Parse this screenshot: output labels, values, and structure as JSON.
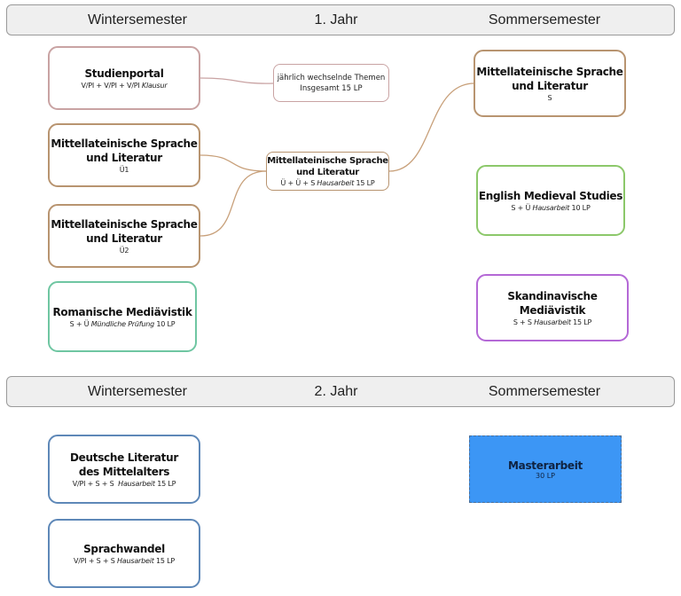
{
  "year1": {
    "header": {
      "left": "Wintersemester",
      "center": "1. Jahr",
      "right": "Sommersemester"
    },
    "winter": [
      {
        "id": "studienportal",
        "title": "Studienportal",
        "sub_plain": "V/PI + V/PI + V/PI ",
        "sub_italic": "Klausur",
        "sub_after": "",
        "color": "#c9a3a3"
      },
      {
        "id": "mls-u1",
        "title_line1": "Mittellateinische Sprache",
        "title_line2": "und Literatur",
        "sub_plain": "Ü1",
        "color": "#b89470"
      },
      {
        "id": "mls-u2",
        "title_line1": "Mittellateinische Sprache",
        "title_line2": "und Literatur",
        "sub_plain": "Ü2",
        "color": "#b89470"
      },
      {
        "id": "romanische",
        "title": "Romanische Mediävistik",
        "sub_plain": "S + Ü ",
        "sub_italic": "Mündliche Prüfung",
        "sub_after": " 10 LP",
        "color": "#6fc6a2"
      }
    ],
    "middle": [
      {
        "id": "themen",
        "line1": "jährlich wechselnde Themen",
        "line2": "Insgesamt 15 LP",
        "color": "#c9a3a3"
      },
      {
        "id": "mls-module",
        "title_line1": "Mittellateinische Sprache",
        "title_line2": "und Literatur",
        "sub_plain": "Ü + Ü + S ",
        "sub_italic": "Hausarbeit",
        "sub_after": " 15 LP",
        "color": "#b89470"
      }
    ],
    "summer": [
      {
        "id": "mls-s",
        "title_line1": "Mittellateinische Sprache",
        "title_line2": "und Literatur",
        "sub_plain": "S",
        "color": "#b89470"
      },
      {
        "id": "english",
        "title": "English Medieval Studies",
        "sub_plain": "S + Ü ",
        "sub_italic": "Hausarbeit",
        "sub_after": " 10 LP",
        "color": "#8cc86a"
      },
      {
        "id": "skandinavisch",
        "title": "Skandinavische Mediävistik",
        "sub_plain": "S + S ",
        "sub_italic": "Hausarbeit",
        "sub_after": " 15 LP",
        "color": "#b468d6"
      }
    ]
  },
  "year2": {
    "header": {
      "left": "Wintersemester",
      "center": "2. Jahr",
      "right": "Sommersemester"
    },
    "winter": [
      {
        "id": "deutsche",
        "title_line1": "Deutsche Literatur",
        "title_line2": "des Mittelalters",
        "sub_plain": "V/PI + S + S  ",
        "sub_italic": "Hausarbeit",
        "sub_after": " 15 LP",
        "color": "#5e88b8"
      },
      {
        "id": "sprachwandel",
        "title": "Sprachwandel",
        "sub_plain": "V/PI + S + S ",
        "sub_italic": "Hausarbeit",
        "sub_after": " 15 LP",
        "color": "#5e88b8"
      }
    ],
    "summer": [
      {
        "id": "masterarbeit",
        "title": "Masterarbeit",
        "sub_plain": "30 LP",
        "color": "#3c96f5"
      }
    ]
  },
  "connectors": [
    {
      "from": "studienportal",
      "to": "themen",
      "color": "#c9a3a3"
    },
    {
      "from": "mls-u1",
      "to": "mls-module",
      "color": "#c8a07a"
    },
    {
      "from": "mls-u2",
      "to": "mls-module",
      "color": "#c8a07a"
    },
    {
      "from": "mls-module",
      "to": "mls-s",
      "color": "#c8a07a"
    }
  ]
}
